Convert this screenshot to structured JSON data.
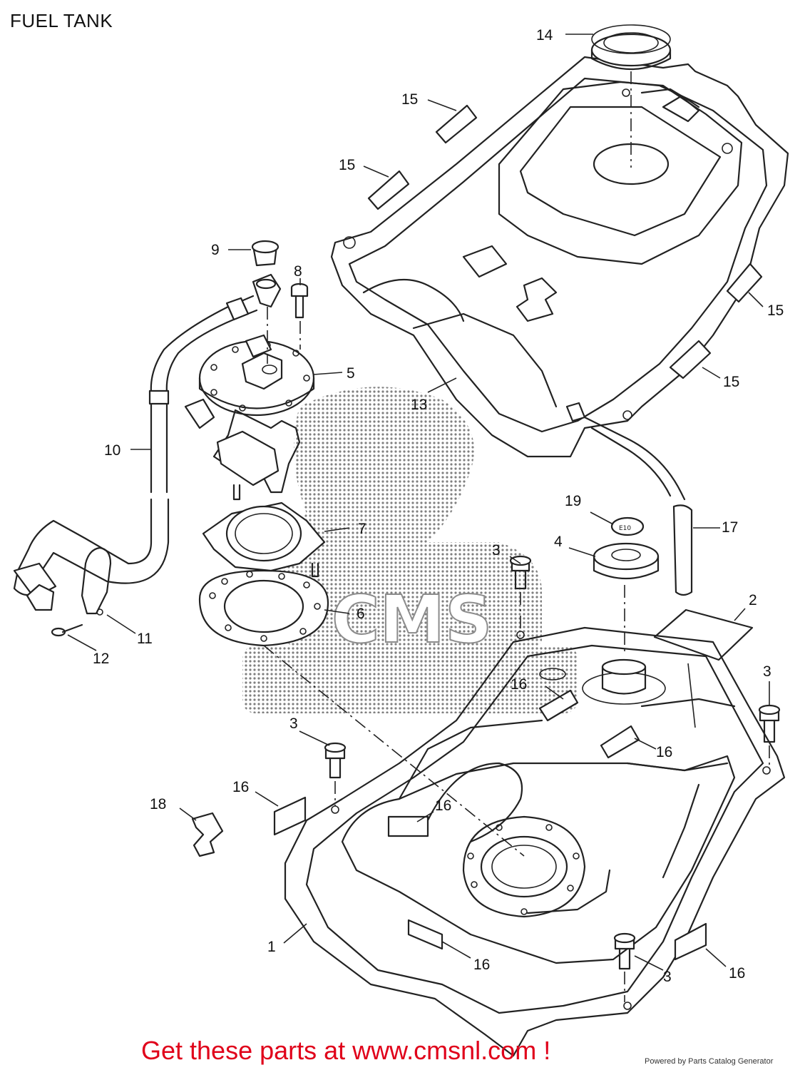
{
  "title": "FUEL TANK",
  "parts": [
    {
      "id": "p1",
      "label": "1"
    },
    {
      "id": "p2",
      "label": "2"
    },
    {
      "id": "p3a",
      "label": "3"
    },
    {
      "id": "p3b",
      "label": "3"
    },
    {
      "id": "p3c",
      "label": "3"
    },
    {
      "id": "p3d",
      "label": "3"
    },
    {
      "id": "p4",
      "label": "4"
    },
    {
      "id": "p5",
      "label": "5"
    },
    {
      "id": "p6",
      "label": "6"
    },
    {
      "id": "p7",
      "label": "7"
    },
    {
      "id": "p8",
      "label": "8"
    },
    {
      "id": "p9",
      "label": "9"
    },
    {
      "id": "p10",
      "label": "10"
    },
    {
      "id": "p11",
      "label": "11"
    },
    {
      "id": "p12",
      "label": "12"
    },
    {
      "id": "p13",
      "label": "13"
    },
    {
      "id": "p14",
      "label": "14"
    },
    {
      "id": "p15a",
      "label": "15"
    },
    {
      "id": "p15b",
      "label": "15"
    },
    {
      "id": "p15c",
      "label": "15"
    },
    {
      "id": "p15d",
      "label": "15"
    },
    {
      "id": "p16a",
      "label": "16"
    },
    {
      "id": "p16b",
      "label": "16"
    },
    {
      "id": "p16c",
      "label": "16"
    },
    {
      "id": "p16d",
      "label": "16"
    },
    {
      "id": "p16e",
      "label": "16"
    },
    {
      "id": "p16f",
      "label": "16"
    },
    {
      "id": "p17",
      "label": "17"
    },
    {
      "id": "p18",
      "label": "18"
    },
    {
      "id": "p19",
      "label": "19"
    }
  ],
  "watermark": "CMS",
  "footer": {
    "cta": "Get these parts at www.cmsnl.com !",
    "powered_by": "Powered by Parts Catalog Generator"
  }
}
